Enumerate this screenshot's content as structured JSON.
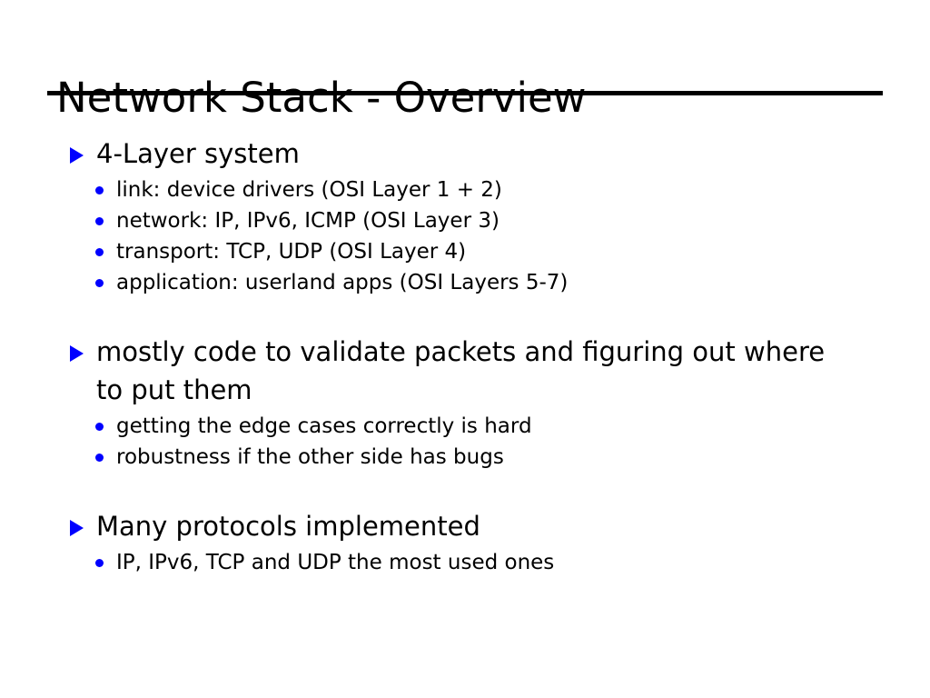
{
  "slide": {
    "title": "Network Stack - Overview",
    "accent_color": "#0000ff",
    "text_color": "#000000",
    "background_color": "#ffffff",
    "rule_color": "#000000",
    "groups": [
      {
        "heading": "4-Layer system",
        "items": [
          "link: device drivers (OSI Layer 1 + 2)",
          "network: IP, IPv6, ICMP (OSI Layer 3)",
          "transport: TCP, UDP (OSI Layer 4)",
          "application: userland apps (OSI Layers 5-7)"
        ]
      },
      {
        "heading": "mostly code to validate packets and figuring out where to put them",
        "items": [
          "getting the edge cases correctly is hard",
          "robustness if the other side has bugs"
        ]
      },
      {
        "heading": "Many protocols implemented",
        "items": [
          "IP, IPv6, TCP and UDP the most used ones"
        ]
      }
    ]
  }
}
